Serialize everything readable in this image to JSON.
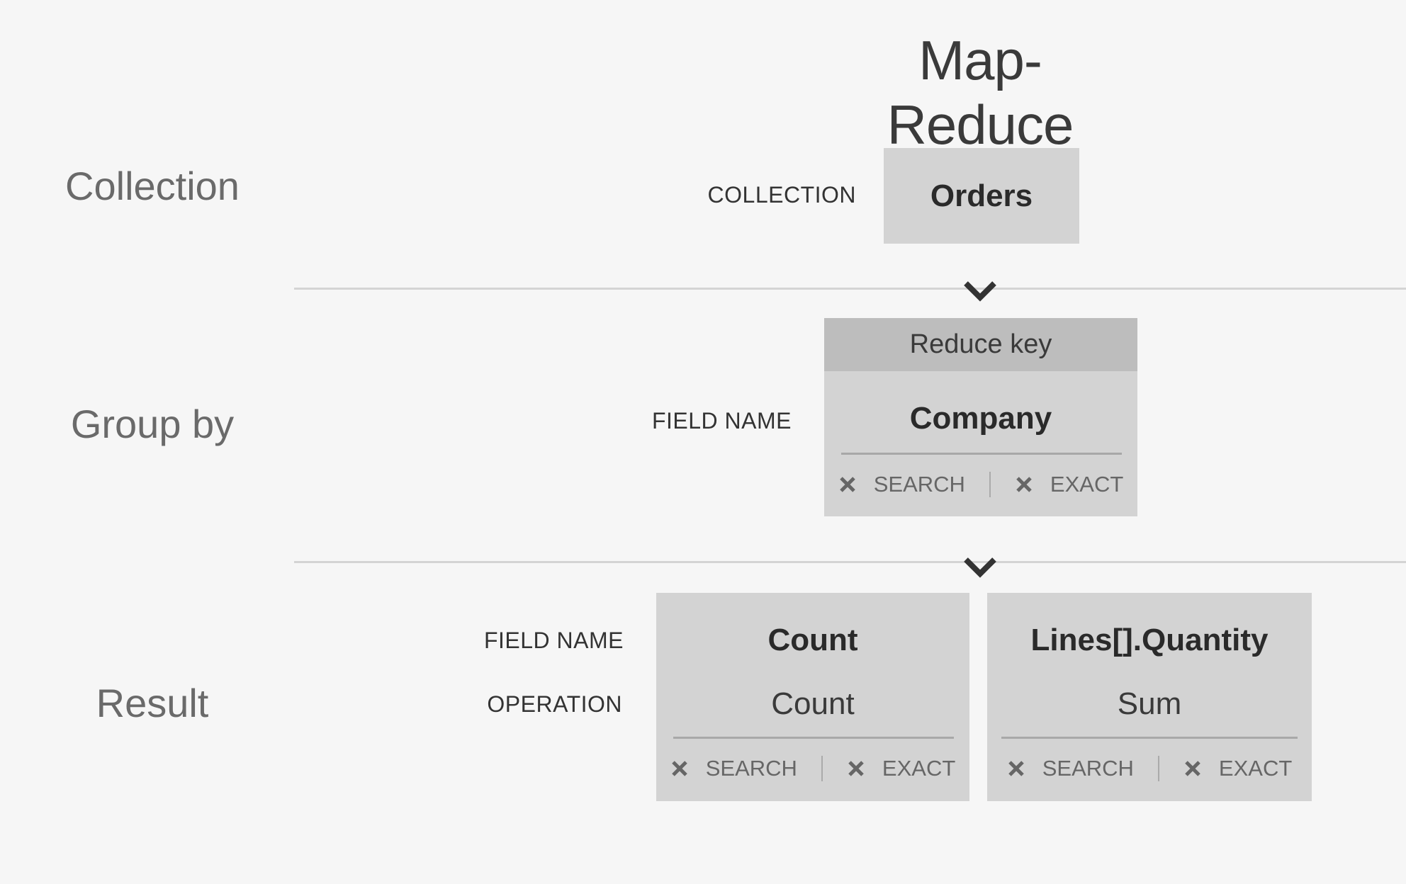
{
  "title": "Map-Reduce",
  "sections": {
    "collection": "Collection",
    "group_by": "Group by",
    "result": "Result"
  },
  "collection": {
    "label": "COLLECTION",
    "value": "Orders"
  },
  "group_by": {
    "label": "FIELD NAME",
    "header": "Reduce key",
    "field": "Company",
    "options": [
      "SEARCH",
      "EXACT"
    ]
  },
  "result": {
    "field_label": "FIELD NAME",
    "operation_label": "OPERATION",
    "columns": [
      {
        "field": "Count",
        "operation": "Count",
        "options": [
          "SEARCH",
          "EXACT"
        ]
      },
      {
        "field": "Lines[].Quantity",
        "operation": "Sum",
        "options": [
          "SEARCH",
          "EXACT"
        ]
      }
    ]
  },
  "icons": {
    "arrow": "chevron-down-icon",
    "remove": "close-icon"
  },
  "colors": {
    "background": "#f6f6f6",
    "box": "#d3d3d3",
    "header": "#bdbdbd",
    "rule": "#d4d4d4"
  }
}
